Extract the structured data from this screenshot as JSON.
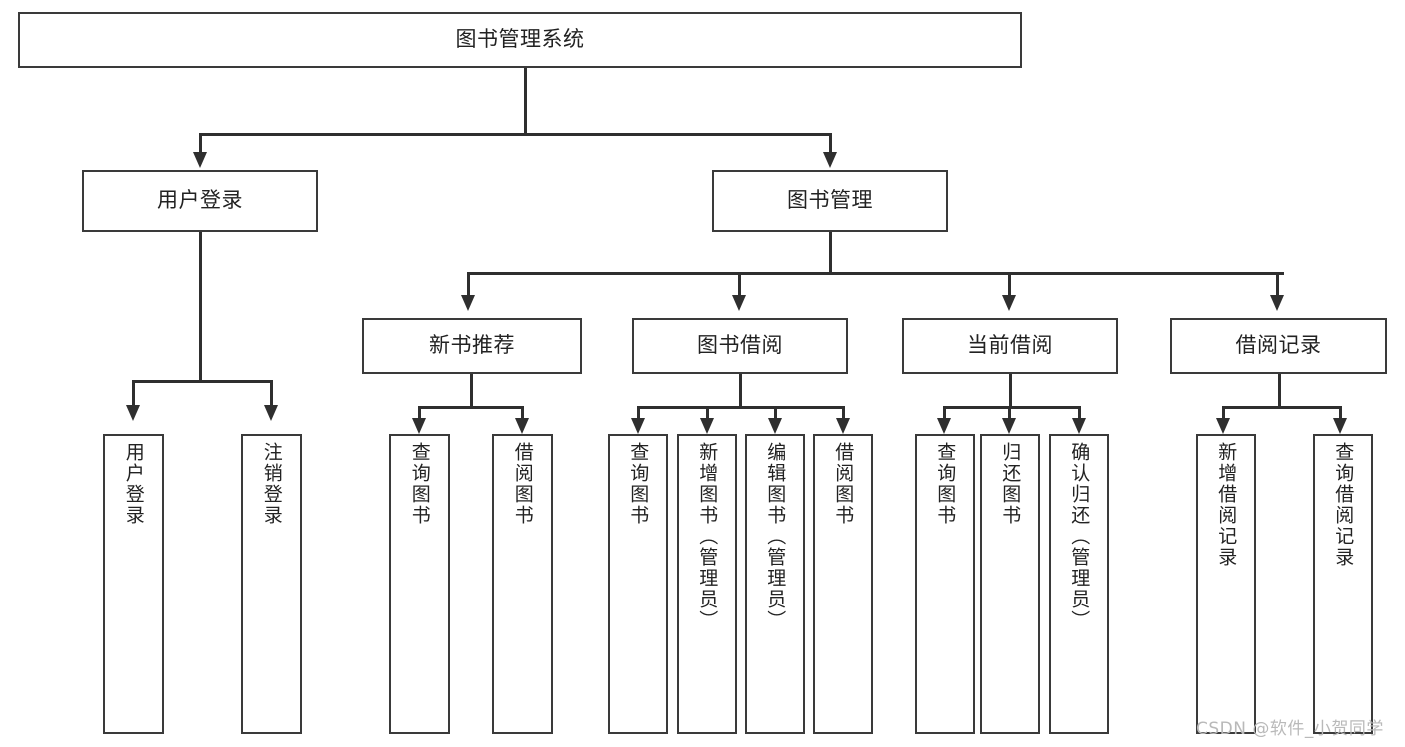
{
  "diagram": {
    "title": "图书管理系统",
    "watermark": "CSDN @软件_小贺同学",
    "root": {
      "label": "图书管理系统"
    },
    "level2": [
      {
        "label": "用户登录"
      },
      {
        "label": "图书管理"
      }
    ],
    "level3": [
      {
        "label": "新书推荐"
      },
      {
        "label": "图书借阅"
      },
      {
        "label": "当前借阅"
      },
      {
        "label": "借阅记录"
      }
    ],
    "leaves": {
      "user_login": [
        {
          "label": "用户登录"
        },
        {
          "label": "注销登录"
        }
      ],
      "new_book_recommend": [
        {
          "label": "查询图书"
        },
        {
          "label": "借阅图书"
        }
      ],
      "book_borrow": [
        {
          "label": "查询图书"
        },
        {
          "label": "新增图书（管理员）"
        },
        {
          "label": "编辑图书（管理员）"
        },
        {
          "label": "借阅图书"
        }
      ],
      "current_borrow": [
        {
          "label": "查询图书"
        },
        {
          "label": "归还图书"
        },
        {
          "label": "确认归还（管理员）"
        }
      ],
      "borrow_records": [
        {
          "label": "新增借阅记录"
        },
        {
          "label": "查询借阅记录"
        }
      ]
    }
  },
  "colors": {
    "box_border": "#3a3a3a",
    "connector": "#2f2f2f",
    "background": "#ffffff",
    "text": "#222222",
    "watermark": "#b9b9b9"
  }
}
